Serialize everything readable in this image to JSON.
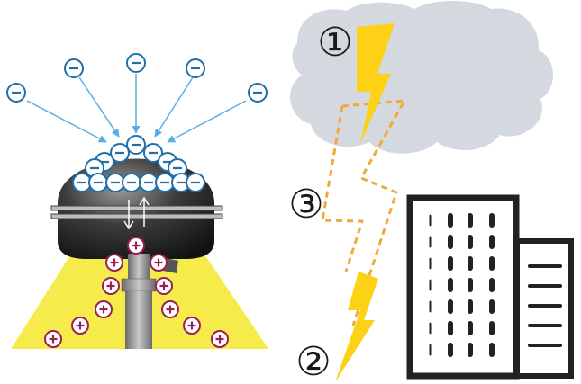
{
  "labels": {
    "step1": "①",
    "step2": "②",
    "step3": "③"
  },
  "charges": {
    "negative_symbol": "−",
    "positive_symbol": "+",
    "negative_color": "#1f6fa8",
    "positive_color": "#9c1f55"
  },
  "colors": {
    "cloud": "#d3d9df",
    "bolt": "#fcd116",
    "leader": "#f2a93b",
    "glow": "#f5eb4a",
    "device_body": "#2a2a2a",
    "building": "#222222",
    "field_lines": "#5aaee0"
  },
  "icons": {
    "device": "lightning-dissipator-icon",
    "cloud": "cloud-icon",
    "bolt": "lightning-bolt-icon",
    "building": "building-icon"
  }
}
